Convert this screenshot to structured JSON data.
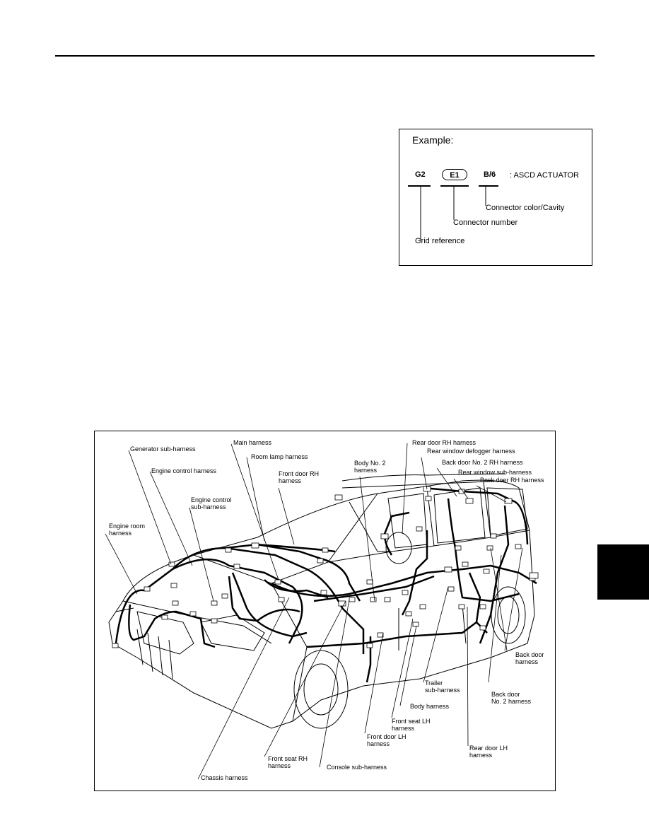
{
  "example": {
    "title": "Example:",
    "grid": "G2",
    "connector": "E1",
    "color_cavity": "B/6",
    "name": ": ASCD ACTUATOR",
    "label_color_cavity": "Connector color/Cavity",
    "label_connector_number": "Connector number",
    "label_grid_reference": "Grid reference"
  },
  "harness_labels": {
    "generator_sub": "Generator sub-harness",
    "main": "Main harness",
    "room_lamp": "Room lamp harness",
    "engine_control": "Engine control harness",
    "front_door_rh": "Front door RH\nharness",
    "engine_control_sub": "Engine control\nsub-harness",
    "engine_room": "Engine room\nharness",
    "body_no2": "Body No. 2\nharness",
    "rear_door_rh": "Rear door RH harness",
    "rear_window_defogger": "Rear window defogger harness",
    "back_door_no2_rh": "Back door No. 2 RH harness",
    "rear_window_sub": "Rear window sub-harness",
    "back_door_rh": "Back door RH harness",
    "back_door": "Back door\nharness",
    "trailer_sub": "Trailer\nsub-harness",
    "back_door_no2": "Back door\nNo. 2 harness",
    "body": "Body harness",
    "front_seat_lh": "Front seat LH\nharness",
    "front_door_lh": "Front door LH\nharness",
    "rear_door_lh": "Rear door LH\nharness",
    "front_seat_rh": "Front seat RH\nharness",
    "console_sub": "Console sub-harness",
    "chassis": "Chassis harness"
  }
}
